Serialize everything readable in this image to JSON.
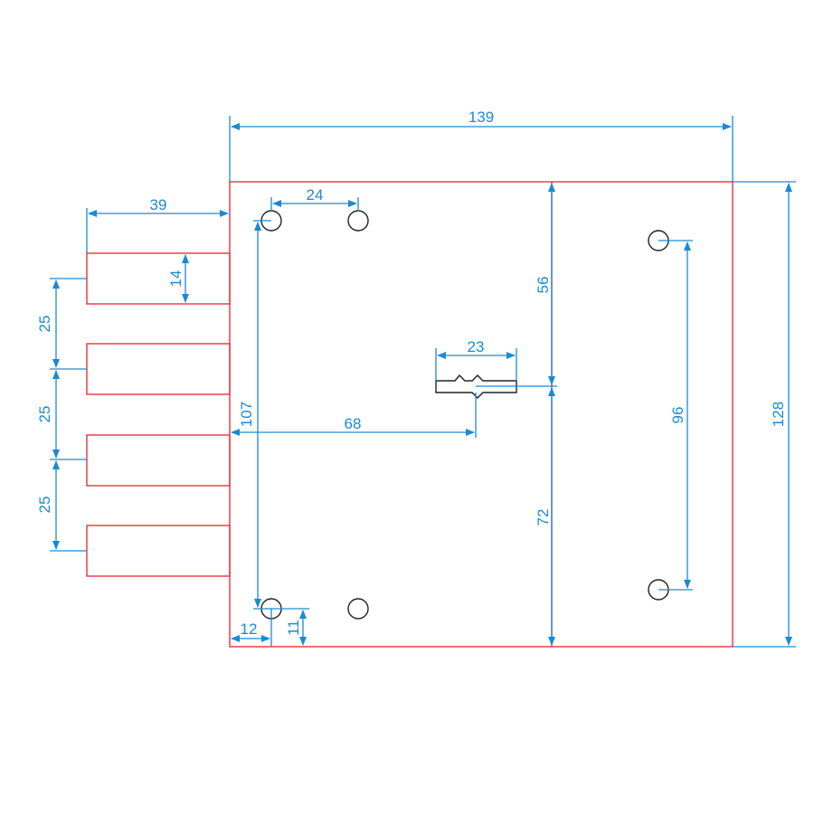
{
  "colors": {
    "outline": "#e8333b",
    "dimension": "#1a8ad4",
    "holes": "#222222"
  },
  "dimensions": {
    "overall_width": "139",
    "bolt_throw": "39",
    "top_hole_spacing": "24",
    "bolt_height": "14",
    "bolt_pitch_1": "25",
    "bolt_pitch_2": "25",
    "bolt_pitch_3": "25",
    "keyhole_width": "23",
    "keyhole_to_top": "56",
    "keyhole_to_bottom": "72",
    "backset": "68",
    "vertical_hole_spacing": "107",
    "side_hole_spacing": "96",
    "overall_height": "128",
    "hole_offset_x": "12",
    "hole_offset_y": "11"
  }
}
